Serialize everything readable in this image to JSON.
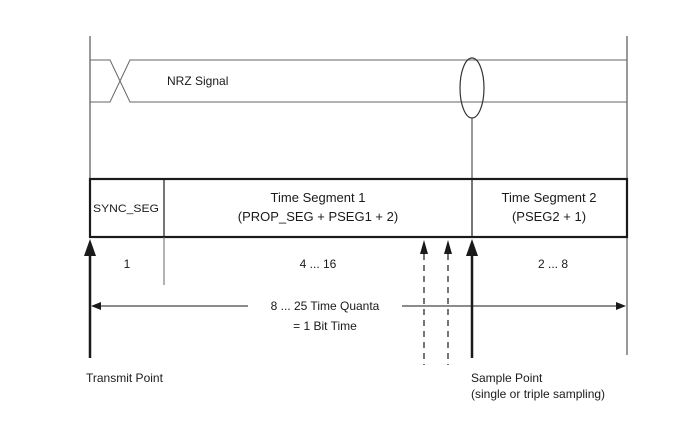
{
  "signal": {
    "label": "NRZ Signal"
  },
  "segments": {
    "sync": {
      "label": "SYNC_SEG",
      "count": "1"
    },
    "seg1": {
      "line1": "Time Segment 1",
      "line2": "(PROP_SEG + PSEG1 + 2)",
      "count": "4 ... 16"
    },
    "seg2": {
      "line1": "Time Segment 2",
      "line2": "(PSEG2 + 1)",
      "count": "2 ... 8"
    }
  },
  "bit_time": {
    "line1": "8 ... 25 Time Quanta",
    "line2": "= 1 Bit Time"
  },
  "points": {
    "transmit": {
      "label": "Transmit Point"
    },
    "sample": {
      "line1": "Sample Point",
      "line2": "(single or triple sampling)"
    }
  }
}
